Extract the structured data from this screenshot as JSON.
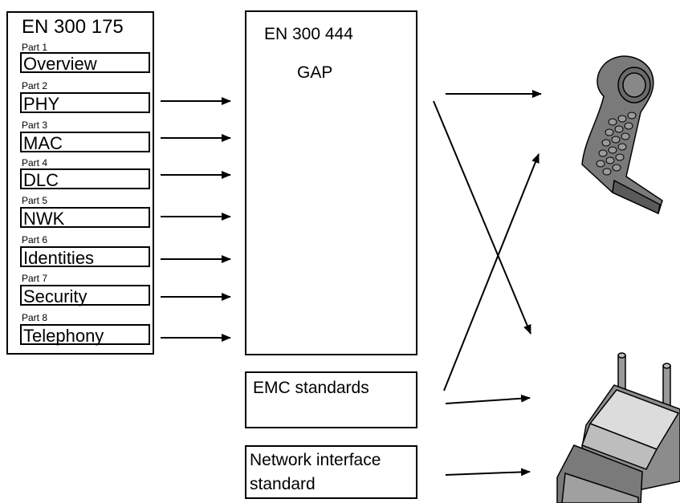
{
  "en300175": {
    "title": "EN 300 175",
    "parts": [
      {
        "number": "Part 1",
        "name": "Overview"
      },
      {
        "number": "Part 2",
        "name": "PHY"
      },
      {
        "number": "Part 3",
        "name": "MAC"
      },
      {
        "number": "Part 4",
        "name": "DLC"
      },
      {
        "number": "Part 5",
        "name": "NWK"
      },
      {
        "number": "Part 6",
        "name": "Identities"
      },
      {
        "number": "Part 7",
        "name": "Security"
      },
      {
        "number": "Part 8",
        "name": "Telephony"
      }
    ]
  },
  "en300444": {
    "title": "EN 300 444",
    "subtitle": "GAP"
  },
  "emc": {
    "label": "EMC standards"
  },
  "network": {
    "line1": "Network interface",
    "line2": "standard"
  },
  "devices": {
    "handset_icon": "cordless-handset-icon",
    "base_icon": "base-station-icon"
  },
  "colors": {
    "handset_body": "#7a7a7a",
    "handset_dark": "#5a5a5a",
    "key": "#9a9a9a",
    "base_top": "#dcdcdc",
    "base_side": "#8c8c8c"
  }
}
